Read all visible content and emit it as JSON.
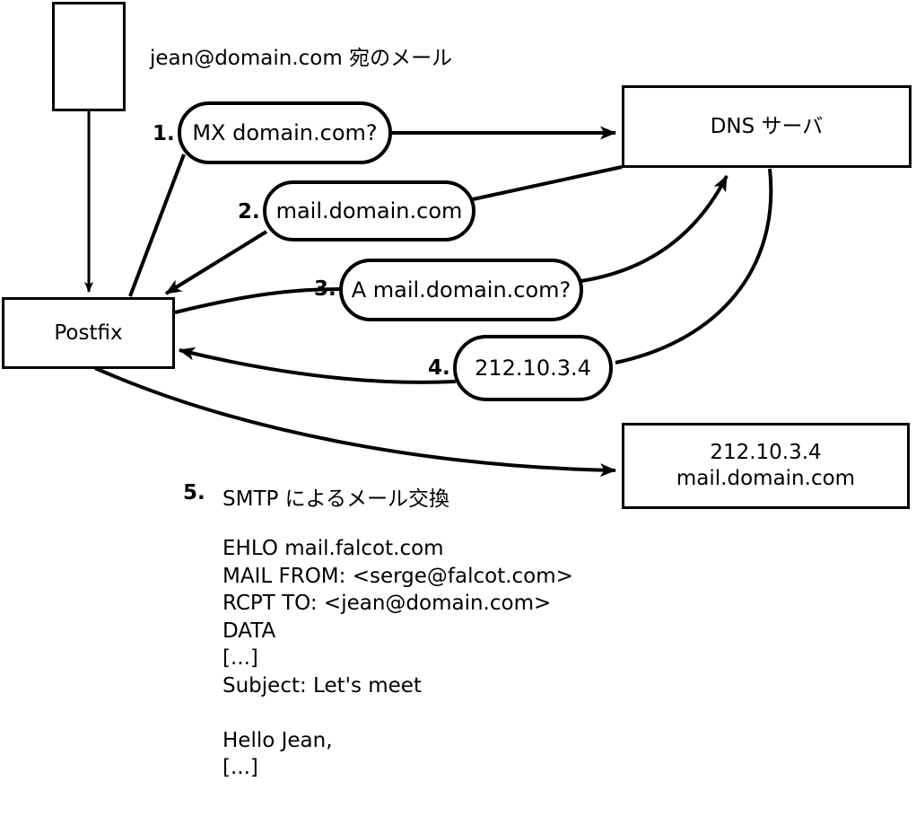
{
  "diagram": {
    "title_caption": "jean@domain.com 宛のメール",
    "nodes": {
      "sender_box": {
        "label": ""
      },
      "postfix_box": {
        "label": "Postfix"
      },
      "dns_box": {
        "label": "DNS サーバ"
      },
      "mailserver_box": {
        "line1": "212.10.3.4",
        "line2": "mail.domain.com"
      }
    },
    "steps": [
      {
        "num": "1.",
        "label": "MX domain.com?"
      },
      {
        "num": "2.",
        "label": "mail.domain.com"
      },
      {
        "num": "3.",
        "label": "A mail.domain.com?"
      },
      {
        "num": "4.",
        "label": "212.10.3.4"
      },
      {
        "num": "5.",
        "label": "SMTP によるメール交換"
      }
    ],
    "smtp_transcript": [
      "EHLO mail.falcot.com",
      "MAIL FROM: <serge@falcot.com>",
      "RCPT TO: <jean@domain.com>",
      "DATA",
      "[...]",
      "Subject: Let's meet",
      "",
      "Hello Jean,",
      "[...]",
      "."
    ],
    "colors": {
      "stroke": "#000000",
      "background": "#ffffff",
      "text": "#000000"
    }
  }
}
